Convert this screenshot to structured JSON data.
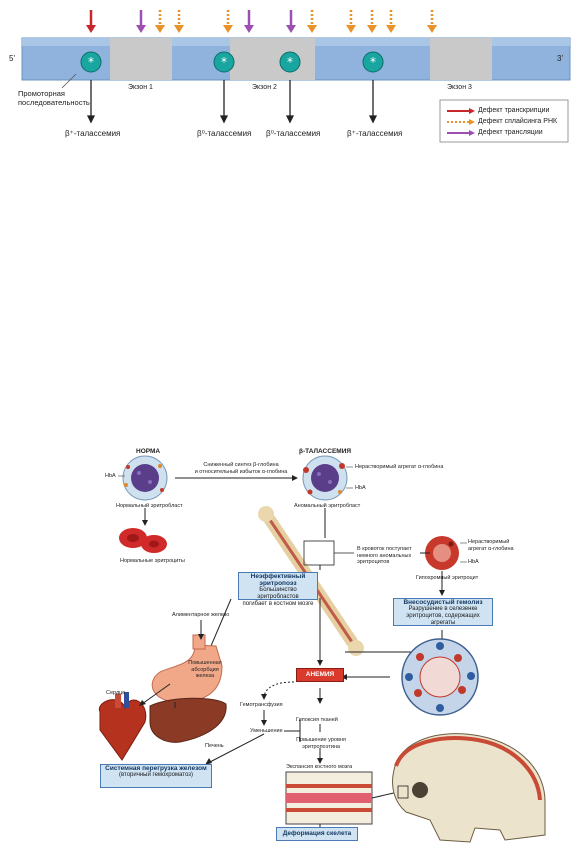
{
  "top": {
    "end5": "5'",
    "end3": "3'",
    "promoter": [
      "Промоторная",
      "последовательность"
    ],
    "exons": [
      "Экзон 1",
      "Экзон 2",
      "Экзон 3"
    ],
    "thal_labels": [
      "β⁺-талассемия",
      "β⁰-талассемия",
      "β⁰-талассемия",
      "β⁺-талассемия"
    ],
    "legend": [
      "Дефект транскрипции",
      "Дефект сплайсинга РНК",
      "Дефект трансляции"
    ],
    "colors": {
      "red": "#c8262b",
      "orange": "#e8922a",
      "purple": "#9b4fb0",
      "bar": "#8fb3dc",
      "exon": "#c9c9c9",
      "star": "#1aa6a0"
    }
  },
  "bottom": {
    "norma": "НОРМА",
    "beta": "β-ТАЛАССЕМИЯ",
    "hba_left": "HbA",
    "hba_right": "HbA",
    "hba_rbc": "HbA",
    "synth": [
      "Сниженный синтез β-глобина",
      "и относительный избыток α-глобина"
    ],
    "aggregate1": "Нерастворимый агрегат α-глобина",
    "normal_blast": "Нормальный эритробласт",
    "abnormal_blast": "Аномальный эритробласт",
    "normal_rbc": "Нормальные эритроциты",
    "bloodflow": [
      "В кровоток поступает",
      "немного аномальных",
      "эритроцитов"
    ],
    "aggregate2": [
      "Нерастворимый",
      "агрегат α-глобина"
    ],
    "hypochromic": "Гипохромный эритроцит",
    "ineff_title": "Неэффективный эритропоэз",
    "ineff_text": [
      "Большинство эритробластов",
      "погибает в костном мозге"
    ],
    "extravasc_title": "Внесосудистый гемолиз",
    "extravasc_text": [
      "Разрушение в селезенке",
      "эритроцитов, содержащих агрегаты"
    ],
    "dietary_iron": "Алиментарное железо",
    "increased_absorption": [
      "Повышенная",
      "абсорбция",
      "железа"
    ],
    "anemia": "АНЕМИЯ",
    "heart": "Сердце",
    "liver": "Печень",
    "hemotransfusion": "Гемотрансфузия",
    "hypoxia": "Гипоксия тканей",
    "decrease": "Уменьшение",
    "epo": [
      "Повышение уровня",
      "эритропоэтина"
    ],
    "marrow_expansion": "Экспансия костного мозга",
    "overload_title": "Системная перегрузка железом",
    "overload_sub": "(вторичный гемохроматоз)",
    "deformation": "Деформация скелета"
  }
}
